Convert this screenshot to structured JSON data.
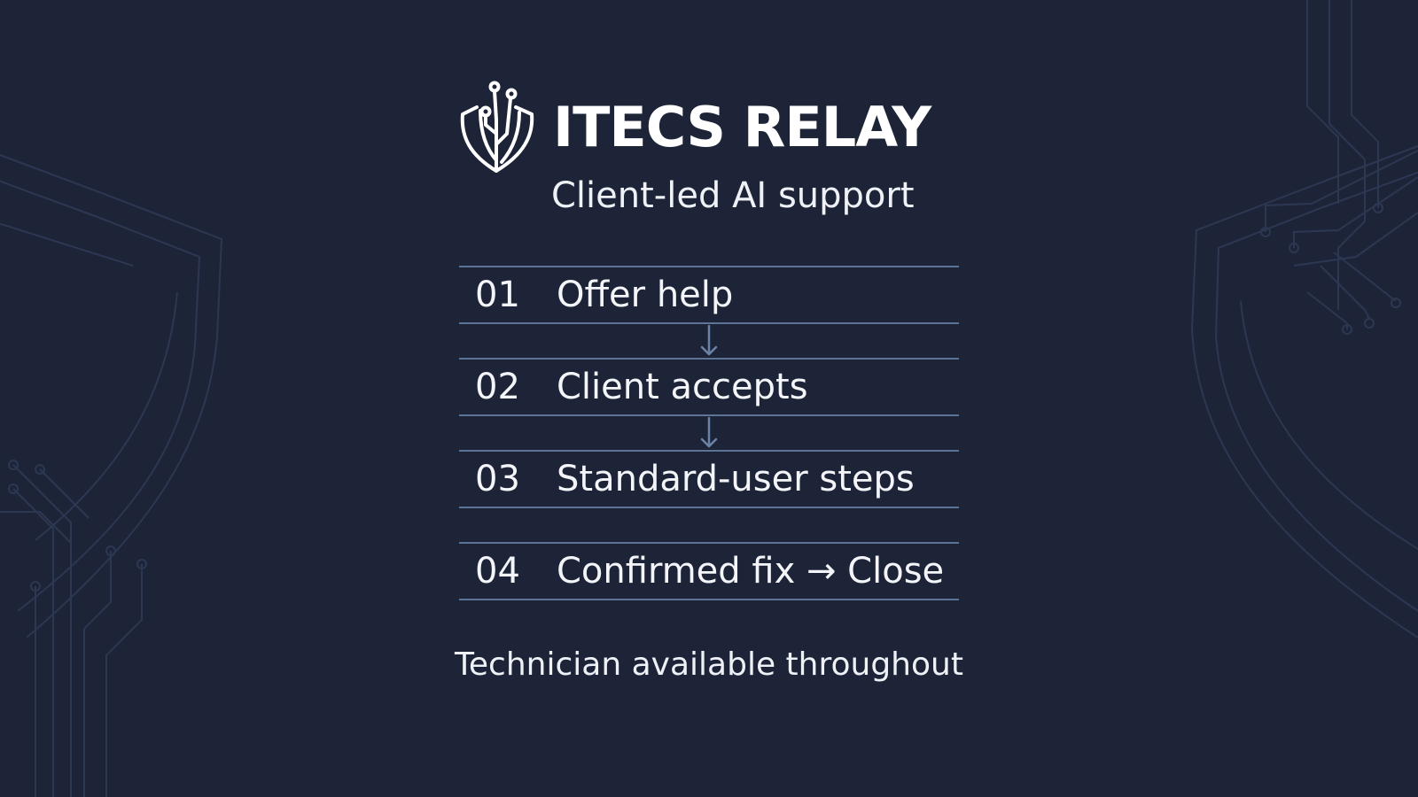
{
  "brand": {
    "logo_icon": "shield-circuit-icon",
    "title": "ITECS RELAY"
  },
  "subtitle": "Client-led AI support",
  "steps": [
    {
      "number": "01",
      "label": "Offer help"
    },
    {
      "number": "02",
      "label": "Client accepts"
    },
    {
      "number": "03",
      "label": "Standard-user steps"
    },
    {
      "number": "04",
      "label": "Confirmed fix → Close"
    }
  ],
  "connector_icon": "arrow-down-icon",
  "footer_note": "Technician available throughout",
  "colors": {
    "background": "#1d2438",
    "rule_lines": "#5d7396",
    "text": "#f4f6fa"
  }
}
